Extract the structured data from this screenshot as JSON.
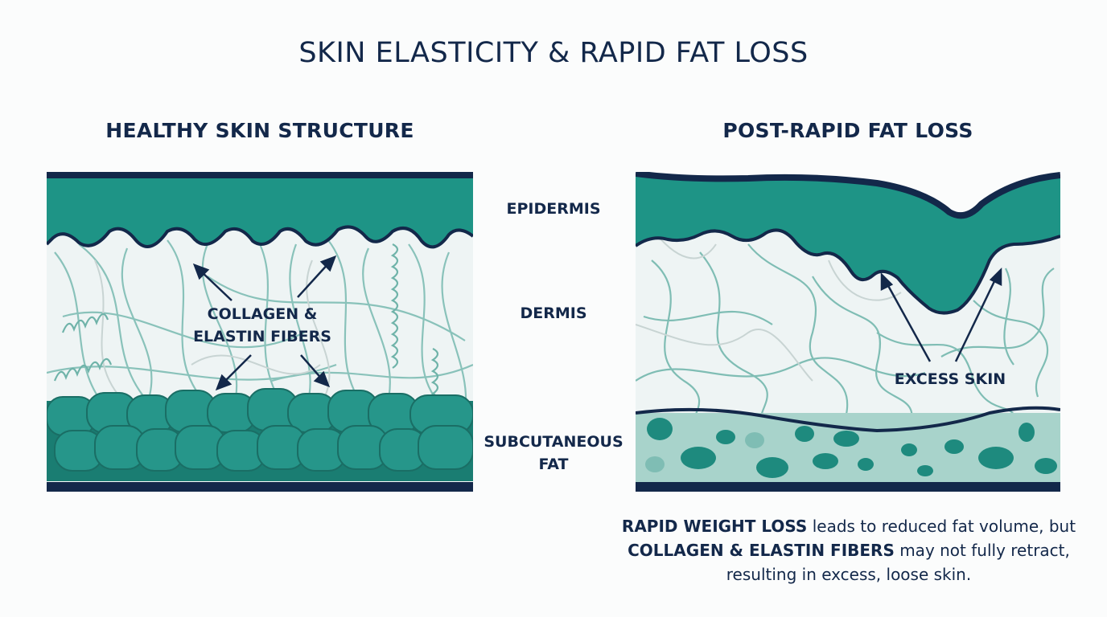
{
  "title": "SKIN ELASTICITY & RAPID FAT LOSS",
  "healthy": {
    "title": "HEALTHY SKIN STRUCTURE",
    "callout_line1": "COLLAGEN &",
    "callout_line2": "ELASTIN FIBERS"
  },
  "post": {
    "title": "POST-RAPID FAT LOSS",
    "callout": "EXCESS SKIN"
  },
  "layers": {
    "epidermis": "EPIDERMIS",
    "dermis": "DERMIS",
    "subcutaneous_line1": "SUBCUTANEOUS",
    "subcutaneous_line2": "FAT"
  },
  "caption": {
    "bold1": "RAPID WEIGHT LOSS",
    "text1": " leads to reduced fat volume, but",
    "bold2": "COLLAGEN & ELASTIN FIBERS",
    "text2": " may not fully retract,",
    "text3": "resulting in excess, loose skin."
  },
  "colors": {
    "navy": "#13284a",
    "teal": "#1e9486",
    "teal_dark": "#1a7d72",
    "fiber": "#7fbdb4",
    "fat_pale": "#a8d3cb",
    "dermis_bg": "#eef4f4"
  }
}
